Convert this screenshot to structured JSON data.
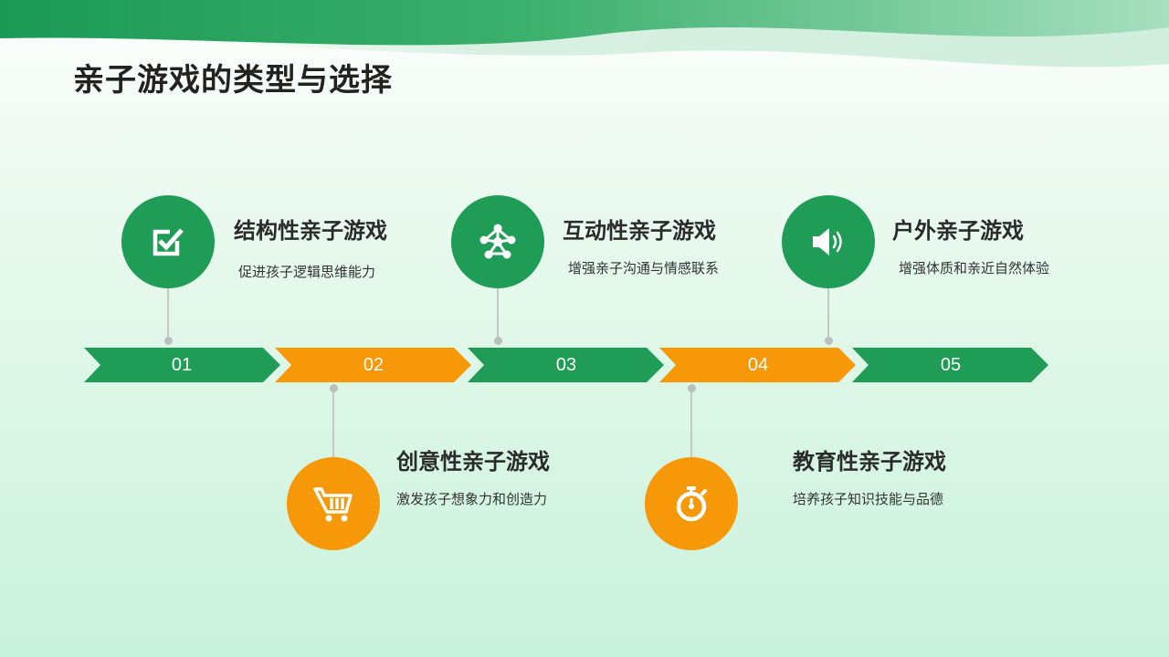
{
  "title": "亲子游戏的类型与选择",
  "colors": {
    "green": "#1f9c56",
    "orange": "#f79809"
  },
  "steps": [
    {
      "label": "01",
      "color": "green"
    },
    {
      "label": "02",
      "color": "orange"
    },
    {
      "label": "03",
      "color": "green"
    },
    {
      "label": "04",
      "color": "orange"
    },
    {
      "label": "05",
      "color": "green"
    }
  ],
  "items": [
    {
      "title": "结构性亲子游戏",
      "desc": "促进孩子逻辑思维能力",
      "icon": "checkbox-icon"
    },
    {
      "title": "创意性亲子游戏",
      "desc": "激发孩子想象力和创造力",
      "icon": "shopping-cart-icon"
    },
    {
      "title": "互动性亲子游戏",
      "desc": "增强亲子沟通与情感联系",
      "icon": "network-icon"
    },
    {
      "title": "教育性亲子游戏",
      "desc": "培养孩子知识技能与品德",
      "icon": "stopwatch-icon"
    },
    {
      "title": "户外亲子游戏",
      "desc": "增强体质和亲近自然体验",
      "icon": "speaker-icon"
    }
  ]
}
